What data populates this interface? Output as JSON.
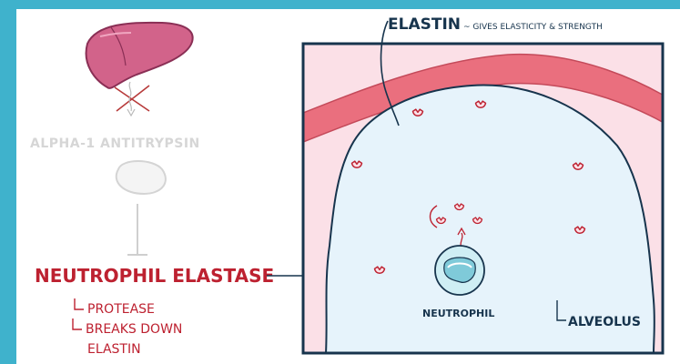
{
  "diagram": {
    "liver_to_protein_label": "Alpha-1 Antitrypsin",
    "elastin_label": "Elastin",
    "elastin_desc": "~ Gives elasticity & strength",
    "enzyme_label": "Neutrophil Elastase",
    "enzyme_note_1": "Protease",
    "enzyme_note_2a": "Breaks down",
    "enzyme_note_2b": "Elastin",
    "cell_label": "Neutrophil",
    "region_label": "Alveolus"
  },
  "colors": {
    "outer_background": "#3fb2cc",
    "liver": "#d2638a",
    "alveolus_fill": "#e6f3fb",
    "alveolus_outline": "#17344d",
    "tissue_fill": "#fbe0e7",
    "elastin_band": "#ea6f7e",
    "enzyme_red": "#bd2130",
    "neutrophil": "#cfeef4",
    "faded_text": "#d6d6d6"
  },
  "icons": [
    "liver-icon",
    "cross-out-icon",
    "protein-blob-icon",
    "neutrophil-icon",
    "elastase-molecule-icon"
  ]
}
